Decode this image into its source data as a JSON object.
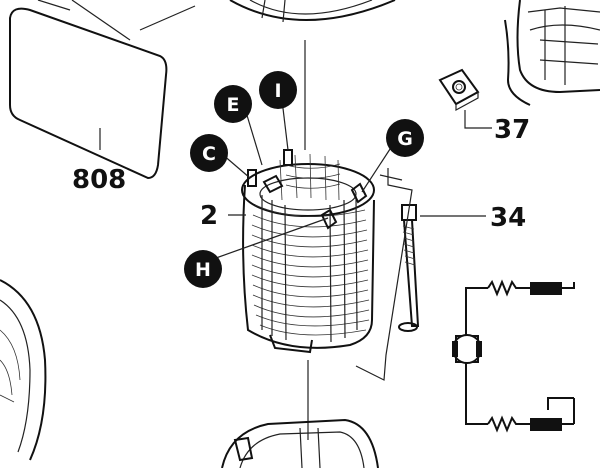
{
  "part_numbers": {
    "p808": "808",
    "p37": "37",
    "p2": "2",
    "p34": "34"
  },
  "callouts": {
    "E": "E",
    "I": "I",
    "C": "C",
    "G": "G",
    "H": "H"
  }
}
